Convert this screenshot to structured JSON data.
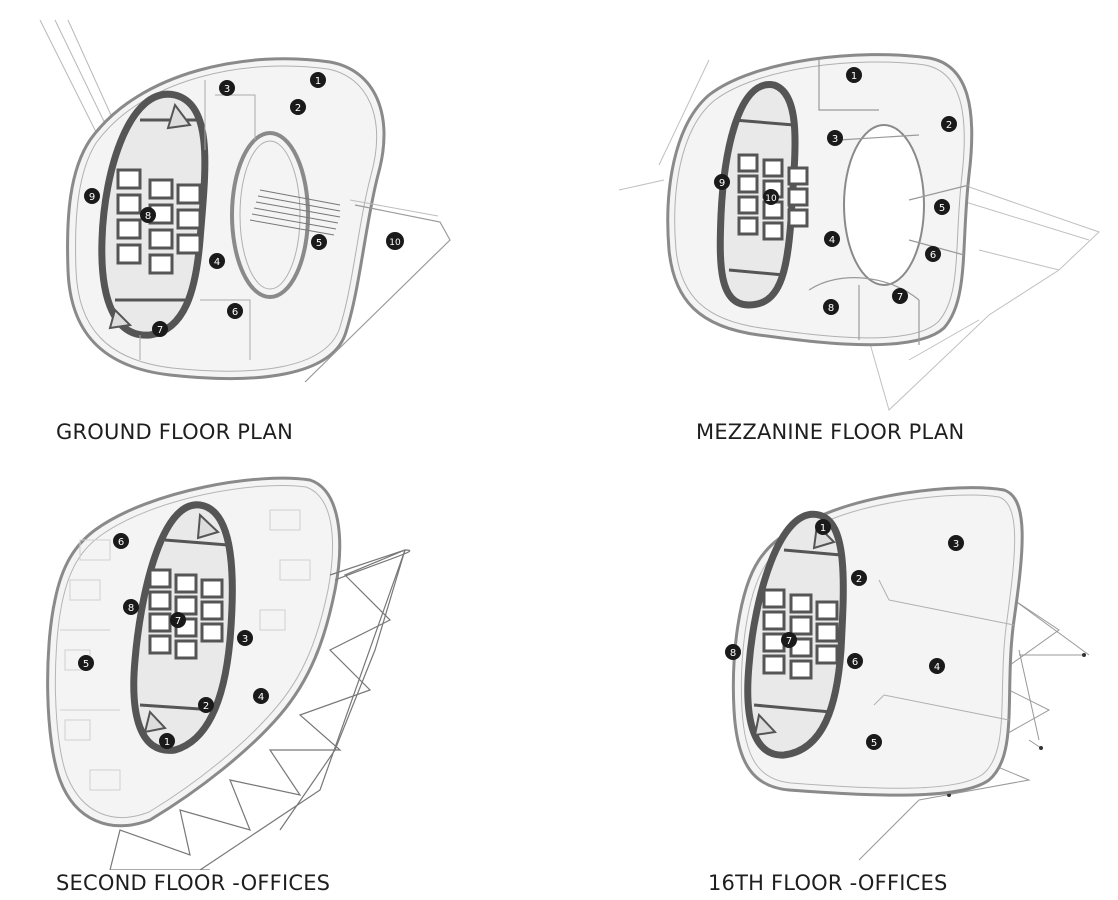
{
  "plans": {
    "ground": {
      "title": "GROUND FLOOR PLAN",
      "labels": [
        "1",
        "2",
        "3",
        "4",
        "5",
        "6",
        "7",
        "8",
        "9",
        "10"
      ]
    },
    "mezzanine": {
      "title": "MEZZANINE FLOOR PLAN",
      "labels": [
        "1",
        "2",
        "3",
        "4",
        "5",
        "6",
        "7",
        "8",
        "9",
        "10"
      ]
    },
    "second": {
      "title": "SECOND FLOOR -OFFICES",
      "labels": [
        "1",
        "2",
        "3",
        "4",
        "5",
        "6",
        "7",
        "8"
      ]
    },
    "sixteenth": {
      "title": "16TH FLOOR -OFFICES",
      "labels": [
        "1",
        "2",
        "3",
        "4",
        "5",
        "6",
        "7",
        "8"
      ]
    }
  },
  "colors": {
    "line": "#8a8a8a",
    "core": "#555555",
    "marker": "#1a1a1a",
    "fill": "#f2f2f2"
  }
}
